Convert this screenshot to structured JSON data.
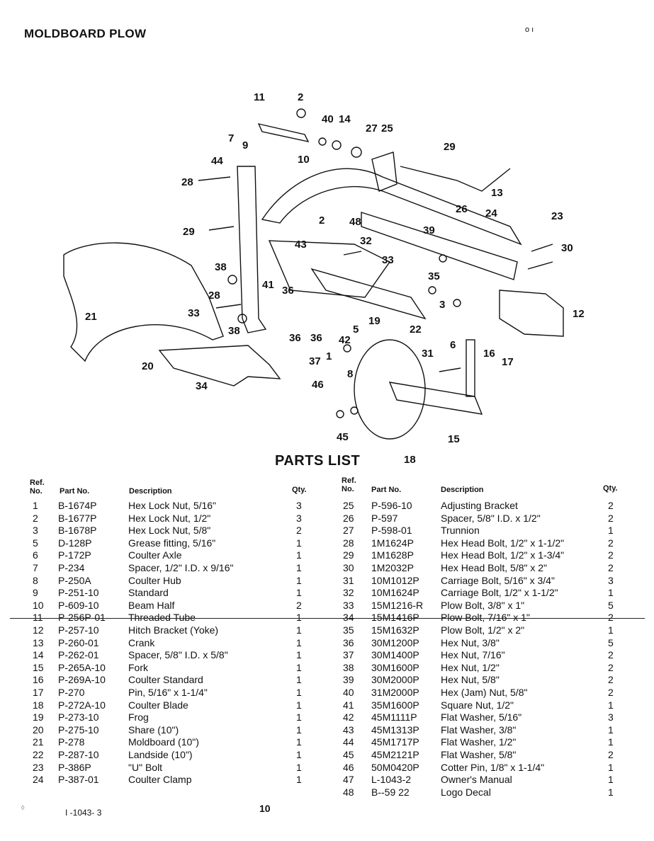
{
  "page": {
    "title": "MOLDBOARD PLOW",
    "corner_mark": "o ı",
    "parts_list_title": "PARTS LIST",
    "footer_code": "I -1043- 3",
    "footer_page": "10",
    "footer_mark": "◊"
  },
  "headers": {
    "ref": "Ref.",
    "no": "No.",
    "part_no": "Part No.",
    "description": "Description",
    "qty": "Qty."
  },
  "callouts": [
    "11",
    "2",
    "40",
    "14",
    "27",
    "25",
    "7",
    "9",
    "10",
    "29",
    "44",
    "28",
    "13",
    "26",
    "24",
    "23",
    "29",
    "48",
    "2",
    "43",
    "32",
    "39",
    "30",
    "38",
    "33",
    "35",
    "41",
    "36",
    "28",
    "21",
    "33",
    "3",
    "12",
    "19",
    "38",
    "5",
    "22",
    "36",
    "36",
    "42",
    "31",
    "6",
    "16",
    "1",
    "37",
    "8",
    "17",
    "20",
    "34",
    "46",
    "45",
    "15",
    "18"
  ],
  "parts_left": [
    {
      "ref": "1",
      "part": "B-1674P",
      "desc": "Hex Lock Nut, 5/16\"",
      "qty": "3"
    },
    {
      "ref": "2",
      "part": "B-1677P",
      "desc": "Hex Lock Nut, 1/2\"",
      "qty": "3"
    },
    {
      "ref": "3",
      "part": "B-1678P",
      "desc": "Hex Lock Nut, 5/8\"",
      "qty": "2"
    },
    {
      "ref": "5",
      "part": "D-128P",
      "desc": "Grease fitting, 5/16\"",
      "qty": "1"
    },
    {
      "ref": "6",
      "part": "P-172P",
      "desc": "Coulter Axle",
      "qty": "1"
    },
    {
      "ref": "7",
      "part": "P-234",
      "desc": "Spacer, 1/2\" I.D. x 9/16\"",
      "qty": "1"
    },
    {
      "ref": "8",
      "part": "P-250A",
      "desc": "Coulter Hub",
      "qty": "1"
    },
    {
      "ref": "9",
      "part": "P-251-10",
      "desc": "Standard",
      "qty": "1"
    },
    {
      "ref": "10",
      "part": "P-609-10",
      "desc": "Beam Half",
      "qty": "2"
    },
    {
      "ref": "11",
      "part": "P-256P-01",
      "desc": "Threaded Tube",
      "qty": "1"
    },
    {
      "ref": "12",
      "part": "P-257-10",
      "desc": "Hitch Bracket (Yoke)",
      "qty": "1"
    },
    {
      "ref": "13",
      "part": "P-260-01",
      "desc": "Crank",
      "qty": "1"
    },
    {
      "ref": "14",
      "part": "P-262-01",
      "desc": "Spacer, 5/8\" I.D. x 5/8\"",
      "qty": "1"
    },
    {
      "ref": "15",
      "part": "P-265A-10",
      "desc": "Fork",
      "qty": "1"
    },
    {
      "ref": "16",
      "part": "P-269A-10",
      "desc": "Coulter Standard",
      "qty": "1"
    },
    {
      "ref": "17",
      "part": "P-270",
      "desc": "Pin, 5/16\" x 1-1/4\"",
      "qty": "1"
    },
    {
      "ref": "18",
      "part": "P-272A-10",
      "desc": "Coulter Blade",
      "qty": "1"
    },
    {
      "ref": "19",
      "part": "P-273-10",
      "desc": "Frog",
      "qty": "1"
    },
    {
      "ref": "20",
      "part": "P-275-10",
      "desc": "Share (10\")",
      "qty": "1"
    },
    {
      "ref": "21",
      "part": "P-278",
      "desc": "Moldboard (10\")",
      "qty": "1"
    },
    {
      "ref": "22",
      "part": "P-287-10",
      "desc": "Landside (10\")",
      "qty": "1"
    },
    {
      "ref": "23",
      "part": "P-386P",
      "desc": "\"U\" Bolt",
      "qty": "1"
    },
    {
      "ref": "24",
      "part": "P-387-01",
      "desc": "Coulter Clamp",
      "qty": "1"
    }
  ],
  "parts_right": [
    {
      "ref": "25",
      "part": "P-596-10",
      "desc": "Adjusting Bracket",
      "qty": "2"
    },
    {
      "ref": "26",
      "part": "P-597",
      "desc": "Spacer, 5/8\" I.D. x 1/2\"",
      "qty": "2"
    },
    {
      "ref": "27",
      "part": "P-598-01",
      "desc": "Trunnion",
      "qty": "1"
    },
    {
      "ref": "28",
      "part": "1M1624P",
      "desc": "Hex Head Bolt, 1/2\" x 1-1/2\"",
      "qty": "2"
    },
    {
      "ref": "29",
      "part": "1M1628P",
      "desc": "Hex Head Bolt, 1/2\" x 1-3/4\"",
      "qty": "2"
    },
    {
      "ref": "30",
      "part": "1M2032P",
      "desc": "Hex Head Bolt, 5/8\" x 2\"",
      "qty": "2"
    },
    {
      "ref": "31",
      "part": "10M1012P",
      "desc": "Carriage Bolt, 5/16\" x 3/4\"",
      "qty": "3"
    },
    {
      "ref": "32",
      "part": "10M1624P",
      "desc": "Carriage Bolt, 1/2\" x 1-1/2\"",
      "qty": "1"
    },
    {
      "ref": "33",
      "part": "15M1216-R",
      "desc": "Plow Bolt, 3/8\" x 1\"",
      "qty": "5"
    },
    {
      "ref": "34",
      "part": "15M1416P",
      "desc": "Plow Bolt, 7/16\" x 1\"",
      "qty": "2"
    },
    {
      "ref": "35",
      "part": "15M1632P",
      "desc": "Plow Bolt, 1/2\" x 2\"",
      "qty": "1"
    },
    {
      "ref": "36",
      "part": "30M1200P",
      "desc": "Hex Nut, 3/8\"",
      "qty": "5"
    },
    {
      "ref": "37",
      "part": "30M1400P",
      "desc": "Hex Nut, 7/16\"",
      "qty": "2"
    },
    {
      "ref": "38",
      "part": "30M1600P",
      "desc": "Hex Nut, 1/2\"",
      "qty": "2"
    },
    {
      "ref": "39",
      "part": "30M2000P",
      "desc": "Hex Nut, 5/8\"",
      "qty": "2"
    },
    {
      "ref": "40",
      "part": "31M2000P",
      "desc": "Hex (Jam) Nut, 5/8\"",
      "qty": "2"
    },
    {
      "ref": "41",
      "part": "35M1600P",
      "desc": "Square Nut, 1/2\"",
      "qty": "1"
    },
    {
      "ref": "42",
      "part": "45M1111P",
      "desc": "Flat Washer, 5/16\"",
      "qty": "3"
    },
    {
      "ref": "43",
      "part": "45M1313P",
      "desc": "Flat Washer, 3/8\"",
      "qty": "1"
    },
    {
      "ref": "44",
      "part": "45M1717P",
      "desc": "Flat Washer, 1/2\"",
      "qty": "1"
    },
    {
      "ref": "45",
      "part": "45M2121P",
      "desc": "Flat Washer, 5/8\"",
      "qty": "2"
    },
    {
      "ref": "46",
      "part": "50M0420P",
      "desc": "Cotter Pin, 1/8\" x 1-1/4\"",
      "qty": "1"
    },
    {
      "ref": "47",
      "part": "L-1043-2",
      "desc": "Owner's Manual",
      "qty": "1"
    },
    {
      "ref": "48",
      "part": "B--59 22",
      "desc": "Logo Decal",
      "qty": "1"
    }
  ]
}
